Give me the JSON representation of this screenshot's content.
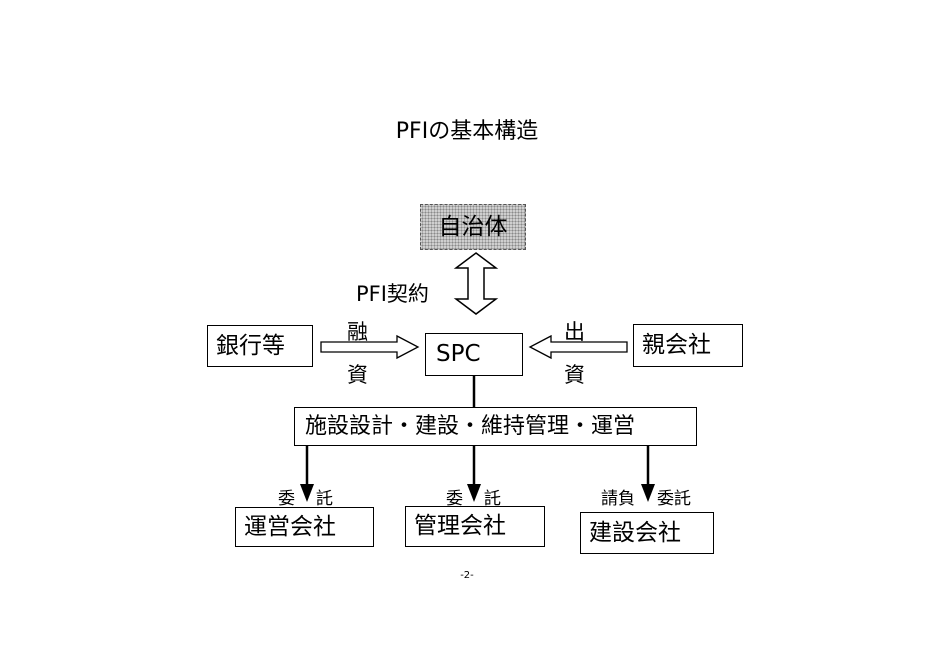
{
  "title": "PFIの基本構造",
  "government": "自治体",
  "contract_label": "PFI契約",
  "bank": "銀行等",
  "financing_top": "融",
  "financing_bottom": "資",
  "spc": "SPC",
  "investment_top": "出",
  "investment_bottom": "資",
  "parent": "親会社",
  "services": "施設設計・建設・維持管理・運営",
  "branches": [
    {
      "relation_left": "委",
      "relation_right": "託",
      "company": "運営会社"
    },
    {
      "relation_left": "委",
      "relation_right": "託",
      "company": "管理会社"
    },
    {
      "relation_left": "請負",
      "relation_right": "委託",
      "company": "建設会社"
    }
  ],
  "page_number": "-2-"
}
